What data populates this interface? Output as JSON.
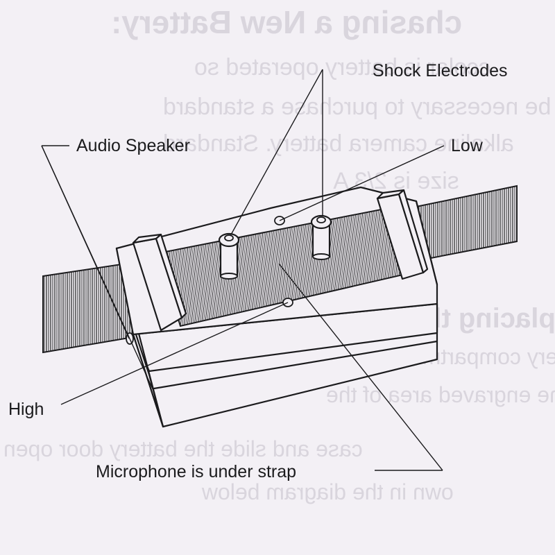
{
  "background_text": [
    "chasing a New Battery:",
    "ccolar is battery operated so",
    "be necessary to purchase a standard",
    "alkaline camera battery. Standard",
    "size is 2/3 A",
    "alling\\Replacing the Battery",
    "ess the battery compartment, firmly",
    "own on the engraved area of the",
    "case and slide the battery door open",
    "own in the diagram below"
  ],
  "labels": {
    "shock_electrodes": "Shock Electrodes",
    "audio_speaker": "Audio Speaker",
    "low": "Low",
    "high": "High",
    "microphone": "Microphone is under strap"
  },
  "colors": {
    "background": "#f3f0f5",
    "ink": "#1b1b1d",
    "ghost_text": "#d9d5dd"
  }
}
